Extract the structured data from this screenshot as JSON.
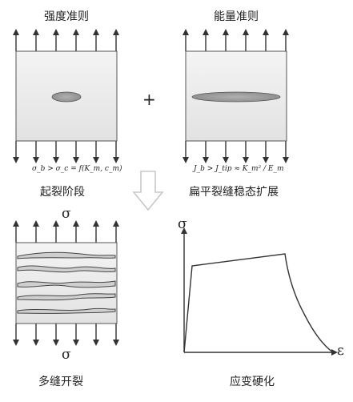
{
  "top_left": {
    "title": "强度准则",
    "formula": "σ_b > σ_c = f(K_m, c_m)",
    "stage": "起裂阶段"
  },
  "top_right": {
    "title": "能量准则",
    "formula": "J_b > J_tip ≈ K_m² / E_m",
    "stage": "扁平裂缝稳态扩展"
  },
  "plus": "+",
  "bottom_left": {
    "sigma_top": "σ",
    "sigma_bottom": "σ",
    "label": "多缝开裂"
  },
  "bottom_right": {
    "y_axis": "σ",
    "x_axis": "ε",
    "label": "应变硬化"
  },
  "icons": {
    "transition": "hollow-down-arrow-icon"
  }
}
